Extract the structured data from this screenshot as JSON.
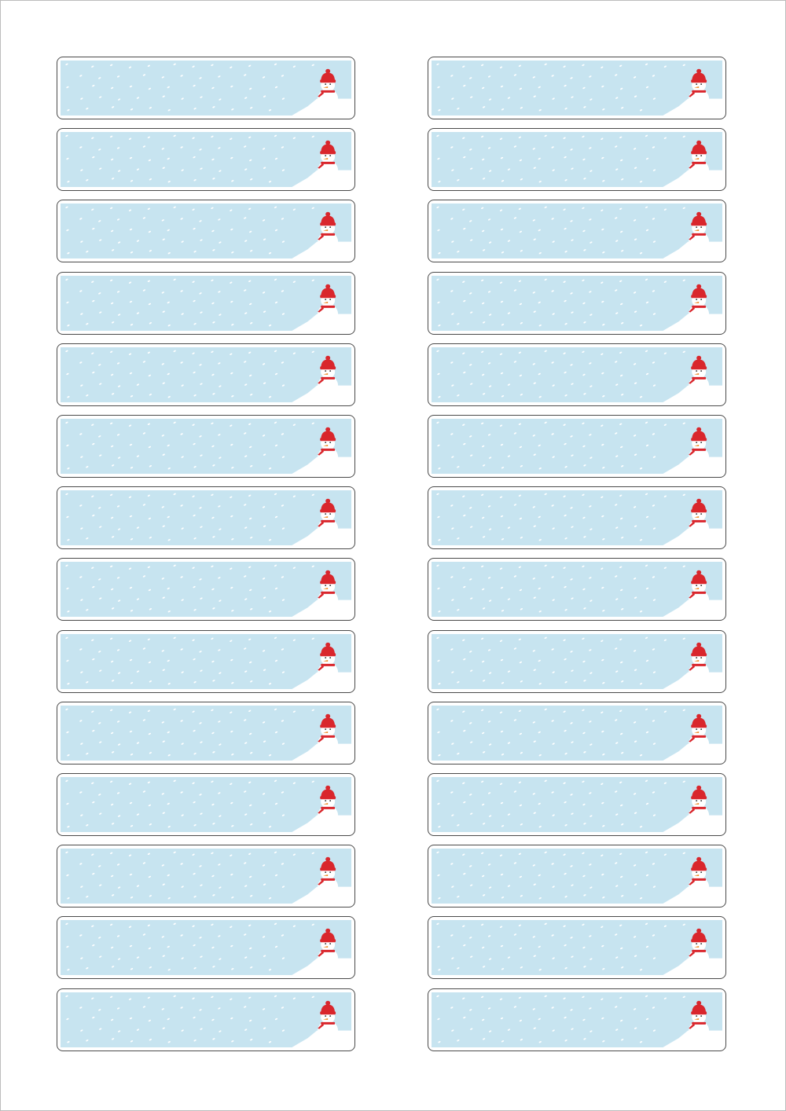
{
  "sheet": {
    "columns": 2,
    "rows": 14,
    "label_count": 28,
    "colors": {
      "background": "#ffffff",
      "sheet_border": "#bdbdbd",
      "label_border": "#4a4a4a",
      "sky": "#c7e4f0",
      "snow": "#ffffff",
      "hat": "#d9262c",
      "scarf": "#d9262c",
      "nose": "#f08a24"
    },
    "label": {
      "design": "snowman-winter",
      "icon": "snowman-icon",
      "text": ""
    }
  }
}
